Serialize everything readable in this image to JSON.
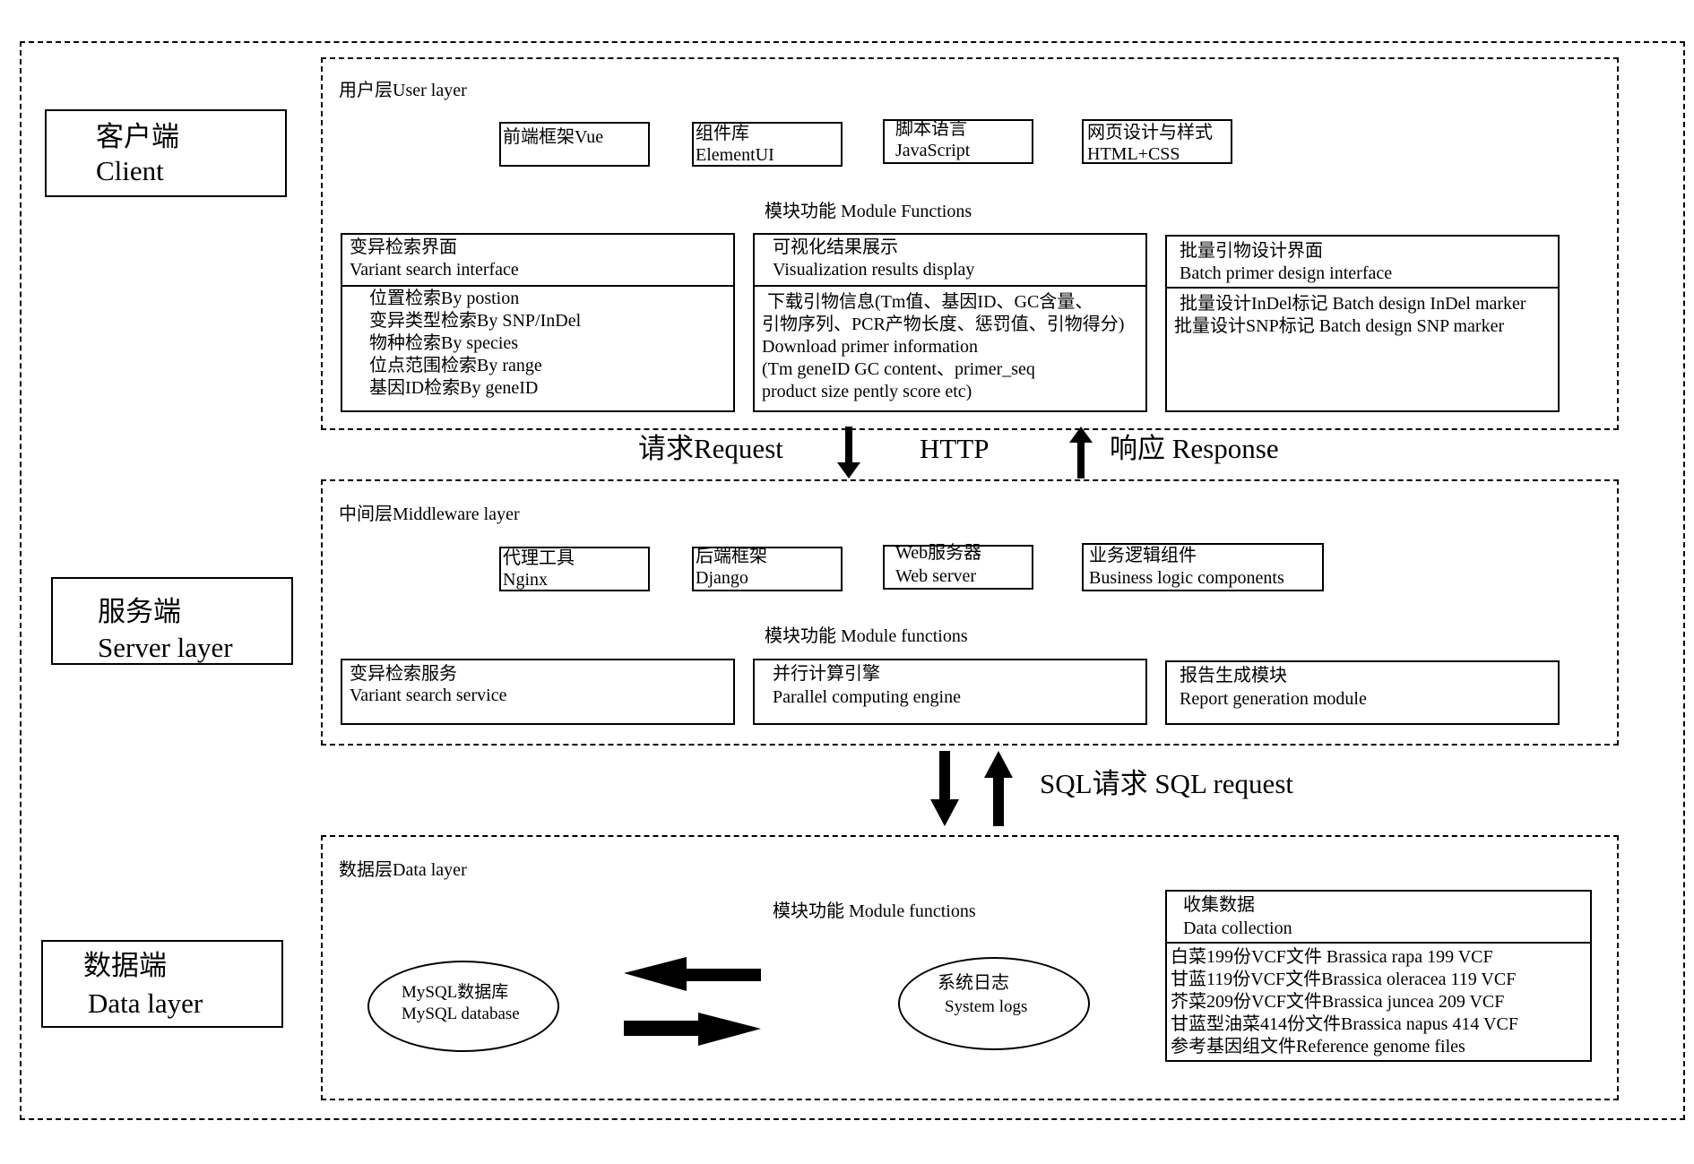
{
  "tiers": {
    "client": {
      "zh": "客户端",
      "en": "Client"
    },
    "server": {
      "zh": "服务端",
      "en": "Server layer"
    },
    "data": {
      "zh": "数据端",
      "en": "Data layer"
    }
  },
  "user_layer": {
    "title": "用户层User layer",
    "tech": [
      {
        "l1": "前端框架Vue",
        "l2": ""
      },
      {
        "l1": "组件库",
        "l2": "ElementUI"
      },
      {
        "l1": "脚本语言",
        "l2": "JavaScript"
      },
      {
        "l1": "网页设计与样式",
        "l2": "HTML+CSS"
      }
    ],
    "module_title": "模块功能 Module Functions",
    "variant_search": {
      "zh": "变异检索界面",
      "en": "Variant search interface",
      "items": [
        "位置检索By postion",
        "变异类型检索By SNP/InDel",
        "物种检索By  species",
        "位点范围检索By  range",
        "基因ID检索By  geneID"
      ]
    },
    "visualization": {
      "zh": "可视化结果展示",
      "en": "Visualization  results  display",
      "items": [
        "下载引物信息(Tm值、基因ID、GC含量、",
        "引物序列、PCR产物长度、惩罚值、引物得分)",
        "Download primer information",
        "(Tm   geneID  GC  content、primer_seq",
        "product size pently  score etc)"
      ]
    },
    "batch_primer": {
      "zh": "批量引物设计界面",
      "en": "Batch  primer  design  interface",
      "items": [
        "批量设计InDel标记 Batch design InDel marker",
        "批量设计SNP标记  Batch design SNP marker"
      ]
    }
  },
  "http": {
    "request": "请求Request",
    "protocol": "HTTP",
    "response": "响应  Response"
  },
  "middleware": {
    "title": "中间层Middleware layer",
    "tech": [
      {
        "l1": "代理工具",
        "l2": "Nginx"
      },
      {
        "l1": "后端框架",
        "l2": "Django"
      },
      {
        "l1": "Web服务器",
        "l2": "Web  server"
      },
      {
        "l1": "业务逻辑组件",
        "l2": "Business   logic  components"
      }
    ],
    "module_title": "模块功能 Module  functions",
    "modules": [
      {
        "zh": "变异检索服务",
        "en": "Variant  search service"
      },
      {
        "zh": "并行计算引擎",
        "en": "Parallel  computing  engine"
      },
      {
        "zh": "报告生成模块",
        "en": "Report  generation  module"
      }
    ]
  },
  "sql": {
    "label": "SQL请求  SQL   request"
  },
  "data_layer": {
    "title": "数据层Data layer",
    "module_title": "模块功能 Module  functions",
    "mysql": {
      "l1": "MySQL数据库",
      "l2": "MySQL database"
    },
    "logs": {
      "l1": "系统日志",
      "l2": "System   logs"
    },
    "collection": {
      "zh": "收集数据",
      "en": "Data   collection",
      "items": [
        "白菜199份VCF文件 Brassica rapa 199 VCF",
        "甘蓝119份VCF文件Brassica oleracea 119 VCF",
        "芥菜209份VCF文件Brassica juncea 209 VCF",
        "甘蓝型油菜414份文件Brassica napus 414 VCF",
        "参考基因组文件Reference genome files"
      ]
    }
  }
}
